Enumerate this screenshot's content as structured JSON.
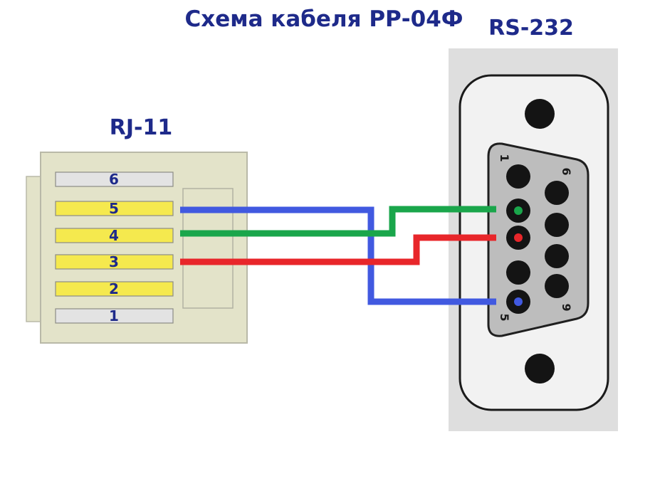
{
  "title": "Схема кабеля РР-04Ф",
  "rj11": {
    "label": "RJ-11",
    "pins": [
      {
        "num": "6",
        "color": "#e3e3e3"
      },
      {
        "num": "5",
        "color": "#f5e94e"
      },
      {
        "num": "4",
        "color": "#f5e94e"
      },
      {
        "num": "3",
        "color": "#f5e94e"
      },
      {
        "num": "2",
        "color": "#f5e94e"
      },
      {
        "num": "1",
        "color": "#e3e3e3"
      }
    ]
  },
  "rs232": {
    "label": "RS-232",
    "pin_labels": {
      "p1": "1",
      "p5": "5",
      "p6": "6",
      "p9": "9"
    }
  },
  "wires": [
    {
      "from": "5",
      "to": "5",
      "color": "#4159e0"
    },
    {
      "from": "4",
      "to": "2",
      "color": "#1aa64b"
    },
    {
      "from": "3",
      "to": "3",
      "color": "#e8262a"
    }
  ],
  "colors": {
    "text": "#1e2a8a",
    "connector_body": "#e3e3c9",
    "rs232_panel": "#dedede"
  }
}
